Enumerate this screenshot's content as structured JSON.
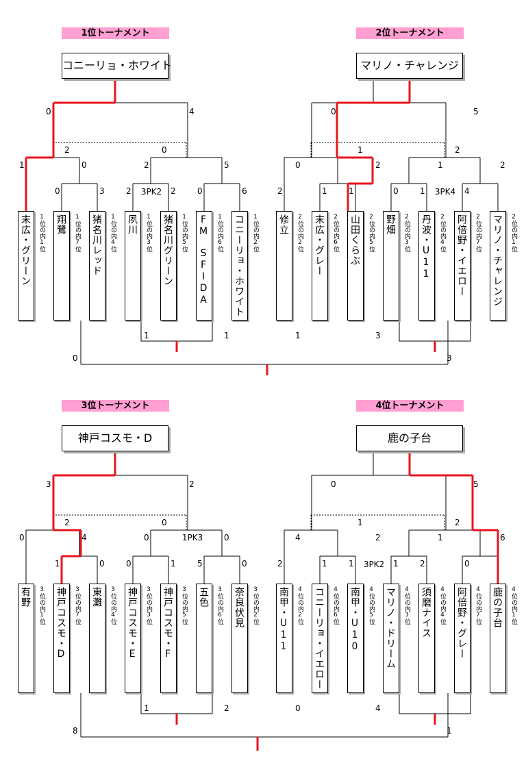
{
  "colors": {
    "win": "#e8141c",
    "line": "#000000",
    "title_bg": "#ff9fd2"
  },
  "tournaments": [
    {
      "title": "1位トーナメント",
      "winner": "コニーリョ・ホワイト",
      "teams": [
        {
          "name": "末広・グリーン",
          "seed": "1位の内1位"
        },
        {
          "name": "翔鷺",
          "seed": "1位の内7位"
        },
        {
          "name": "猪名川レッド",
          "seed": "1位の内4位"
        },
        {
          "name": "夙川",
          "seed": "1位の内3位"
        },
        {
          "name": "猪名川グリーン",
          "seed": "1位の内5位"
        },
        {
          "name": "FM　SFIDA",
          "seed": "1位の内6位"
        },
        {
          "name": "コニーリョ・ホワイト",
          "seed": "1位の内2位"
        }
      ],
      "scores": {
        "r1": [
          [
            "0",
            "3"
          ],
          [
            "2",
            "2"
          ],
          [
            "0",
            "6"
          ]
        ],
        "r2": [
          [
            "1",
            "0"
          ],
          [
            "2",
            "5"
          ]
        ],
        "sf": [
          "2",
          "0"
        ],
        "final": [
          "0",
          "4"
        ],
        "cons_semi": [
          "1",
          "1"
        ],
        "cons_final": [
          "0",
          "3"
        ]
      },
      "pk": [
        "",
        "3PK2",
        ""
      ]
    },
    {
      "title": "2位トーナメント",
      "winner": "マリノ・チャレンジ",
      "teams": [
        {
          "name": "修立",
          "seed": "2位の内2位"
        },
        {
          "name": "末広・グレー",
          "seed": "2位の内6位"
        },
        {
          "name": "山田くらぶ",
          "seed": "2位の内5位"
        },
        {
          "name": "野畑",
          "seed": "2位の内3位"
        },
        {
          "name": "丹波・U11",
          "seed": "2位の内4位"
        },
        {
          "name": "阿倍野・イエロー",
          "seed": "2位の内7位"
        },
        {
          "name": "マリノ・チャレンジ",
          "seed": "2位の内1位"
        }
      ],
      "scores": {
        "r1": [
          [
            "2",
            "1"
          ],
          [
            "1",
            "0"
          ],
          [
            "1",
            "4"
          ]
        ],
        "r2": [
          [
            "0",
            "2"
          ],
          [
            "1",
            "2"
          ]
        ],
        "sf": [
          "1",
          "2"
        ],
        "final": [
          "0",
          "5"
        ],
        "cons_semi": [
          "1",
          "3"
        ],
        "cons_final": [
          "",
          ""
        ]
      },
      "pk": [
        "",
        "",
        "3PK4"
      ]
    },
    {
      "title": "3位トーナメント",
      "winner": "神戸コスモ・D",
      "teams": [
        {
          "name": "有野",
          "seed": "3位の内1位"
        },
        {
          "name": "神戸コスモ・D",
          "seed": "3位の内7位"
        },
        {
          "name": "東灘",
          "seed": "3位の内4位"
        },
        {
          "name": "神戸コスモ・E",
          "seed": "3位の内3位"
        },
        {
          "name": "神戸コスモ・F",
          "seed": "3位の内5位"
        },
        {
          "name": "五色",
          "seed": "3位の内6位"
        },
        {
          "name": "奈良伏見",
          "seed": "3位の内2位"
        }
      ],
      "scores": {
        "r1": [
          [
            "1",
            "0"
          ],
          [
            "0",
            "1"
          ],
          [
            "5",
            "0"
          ]
        ],
        "r2": [
          [
            "0",
            "4"
          ],
          [
            "0",
            "0"
          ]
        ],
        "sf": [
          "2",
          "0"
        ],
        "final": [
          "3",
          "2"
        ],
        "cons_semi": [
          "1",
          "2"
        ],
        "cons_final": [
          "8",
          "1"
        ]
      },
      "pk": [
        "",
        "",
        "1PK3"
      ]
    },
    {
      "title": "4位トーナメント",
      "winner": "鹿の子台",
      "teams": [
        {
          "name": "南甲・U11",
          "seed": "4位の内2位"
        },
        {
          "name": "コニーリョ・イエロー",
          "seed": "4位の内6位"
        },
        {
          "name": "南甲・U10",
          "seed": "4位の内5位"
        },
        {
          "name": "マリノ・ドリーム",
          "seed": "4位の内3位"
        },
        {
          "name": "須磨ナイス",
          "seed": "4位の内4位"
        },
        {
          "name": "阿倍野・グレー",
          "seed": "4位の内7位"
        },
        {
          "name": "鹿の子台",
          "seed": "4位の内1位"
        }
      ],
      "scores": {
        "r1": [
          [
            "2",
            "1"
          ],
          [
            "1",
            "1"
          ],
          [
            "2",
            "0"
          ]
        ],
        "r2": [
          [
            "4",
            "2"
          ],
          [
            "1",
            "6"
          ]
        ],
        "sf": [
          "1",
          "2"
        ],
        "final": [
          "0",
          "5"
        ],
        "cons_semi": [
          "0",
          "4"
        ],
        "cons_final": [
          "",
          ""
        ]
      },
      "pk": [
        "",
        "3PK2",
        ""
      ]
    }
  ]
}
